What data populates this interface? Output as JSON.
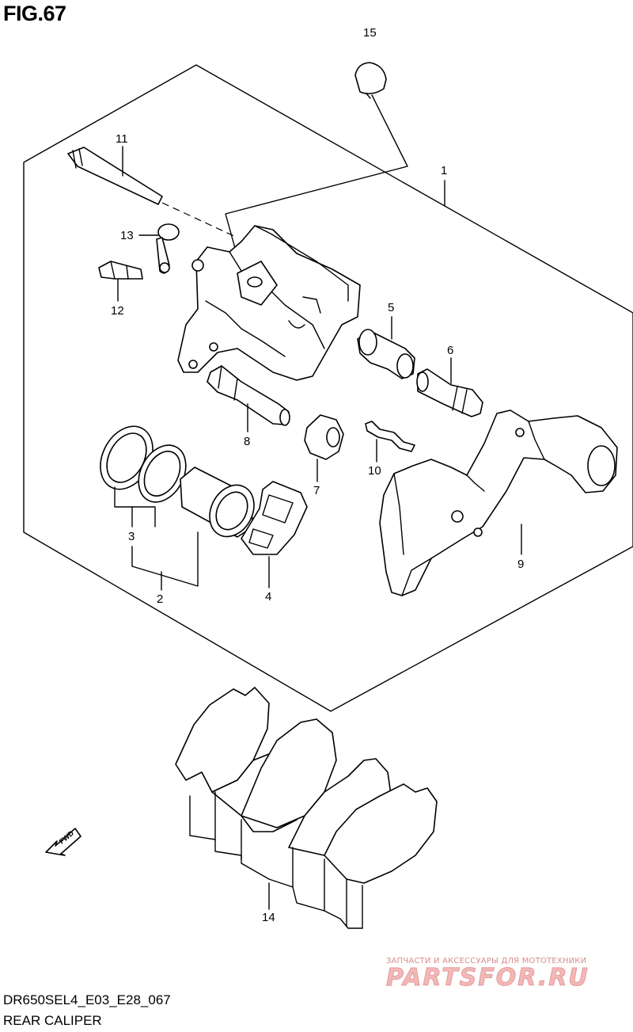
{
  "figure": {
    "title": "FIG.67"
  },
  "callouts": {
    "c1": "1",
    "c2": "2",
    "c3": "3",
    "c4": "4",
    "c5": "5",
    "c6": "6",
    "c7": "7",
    "c8": "8",
    "c9": "9",
    "c10": "10",
    "c11": "11",
    "c12": "12",
    "c13": "13",
    "c14": "14",
    "c15": "15"
  },
  "fwd_arrow": {
    "label": "FWD"
  },
  "footer": {
    "code": "DR650SEL4_E03_E28_067",
    "name": "REAR CALIPER"
  },
  "watermark": {
    "tagline": "ЗАПЧАСТИ И АКСЕССУАРЫ ДЛЯ МОТОТЕХНИКИ",
    "logo": "PARTSFOR.RU",
    "color": "#e8a0a0"
  }
}
